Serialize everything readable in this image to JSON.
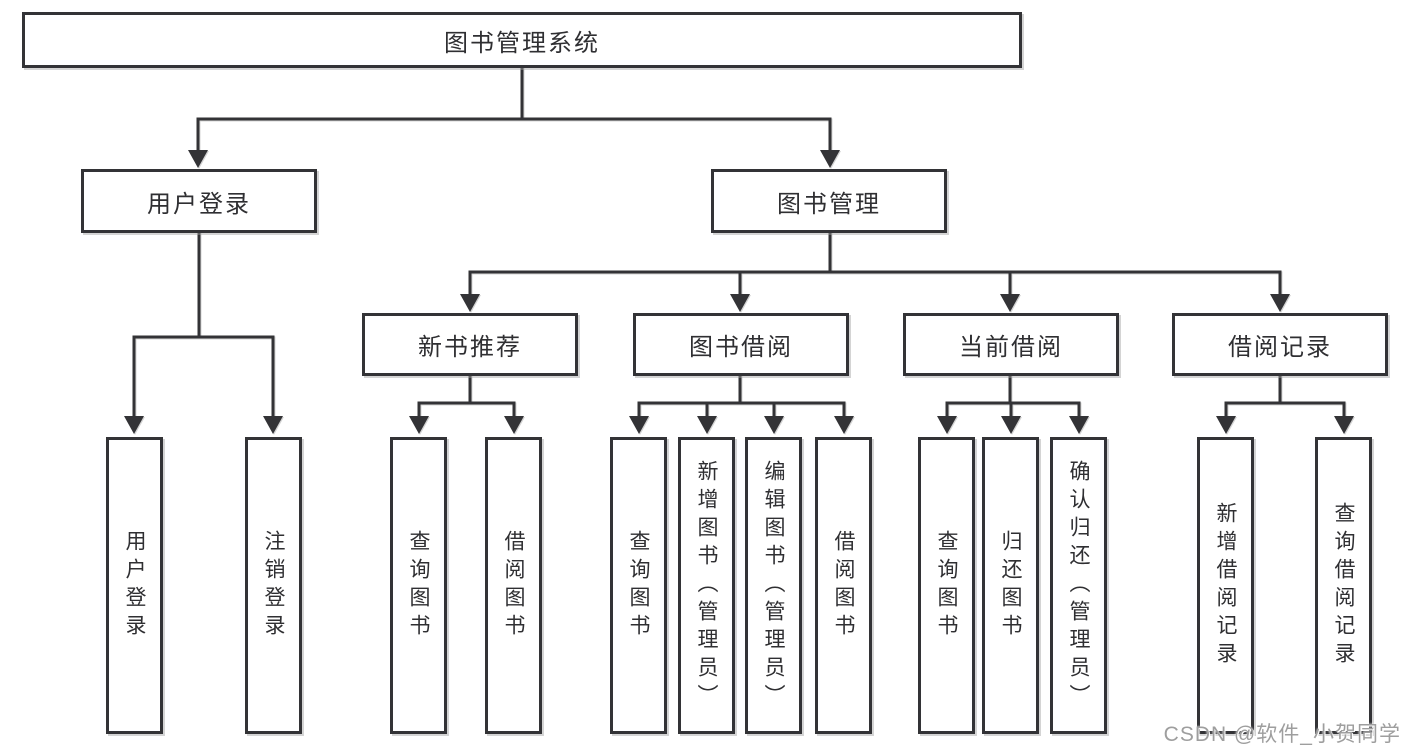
{
  "diagram": {
    "root": {
      "label": "图书管理系统"
    },
    "level2": [
      {
        "label": "用户登录"
      },
      {
        "label": "图书管理"
      }
    ],
    "level3": [
      {
        "label": "新书推荐"
      },
      {
        "label": "图书借阅"
      },
      {
        "label": "当前借阅"
      },
      {
        "label": "借阅记录"
      }
    ],
    "leaves": {
      "login": [
        "用户登录",
        "注销登录"
      ],
      "recommend": [
        "查询图书",
        "借阅图书"
      ],
      "borrow": [
        "查询图书",
        "新增图书（管理员）",
        "编辑图书（管理员）",
        "借阅图书"
      ],
      "current": [
        "查询图书",
        "归还图书",
        "确认归还（管理员）"
      ],
      "records": [
        "新增借阅记录",
        "查询借阅记录"
      ]
    },
    "colors": {
      "line": "#333336",
      "box_background": "#ffffff",
      "watermark": "#9e9e9e"
    }
  },
  "watermark": {
    "text": "CSDN @软件_小贺同学"
  }
}
